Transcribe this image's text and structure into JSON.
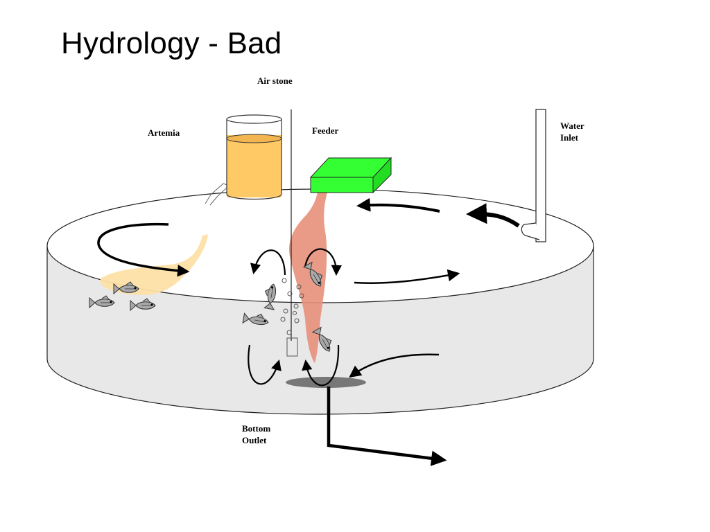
{
  "title": "Hydrology - Bad",
  "labels": {
    "air_stone": "Air stone",
    "artemia": "Artemia",
    "feeder": "Feeder",
    "water_inlet": [
      "Water",
      "Inlet"
    ],
    "bottom_outlet": [
      "Bottom",
      "Outlet"
    ]
  },
  "colors": {
    "tank_fill": "#e8e8e8",
    "tank_top": "#ffffff",
    "artemia_liquid": "#ffc966",
    "artemia_plume": "#fde0a6",
    "feeder_box": "#33ff33",
    "feed_plume": "#e8907a",
    "fish": "#a9a9a9",
    "drain": "#777777"
  },
  "icons": [
    "fish-icon",
    "air-bubble-icon",
    "flow-arrow-icon"
  ]
}
